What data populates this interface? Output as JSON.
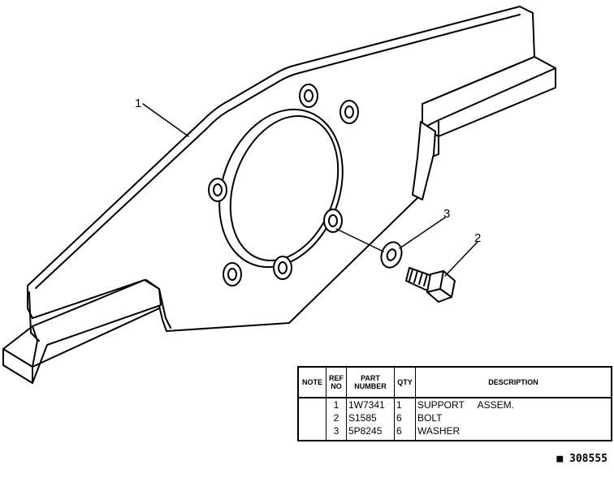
{
  "callouts": {
    "c1": "1",
    "c2": "2",
    "c3": "3"
  },
  "table": {
    "headers": {
      "note": "NOTE",
      "ref_line1": "REF",
      "ref_line2": "NO",
      "part_line1": "PART",
      "part_line2": "NUMBER",
      "qty": "QTY",
      "description": "DESCRIPTION"
    },
    "rows": [
      {
        "ref": "1",
        "part": "1W7341",
        "qty": "1",
        "description": "SUPPORT     ASSEM."
      },
      {
        "ref": "2",
        "part": "S1585",
        "qty": "6",
        "description": "BOLT"
      },
      {
        "ref": "3",
        "part": "5P8245",
        "qty": "6",
        "description": "WASHER"
      }
    ]
  },
  "footer": {
    "mark": "■",
    "drawing_id": "308555"
  }
}
